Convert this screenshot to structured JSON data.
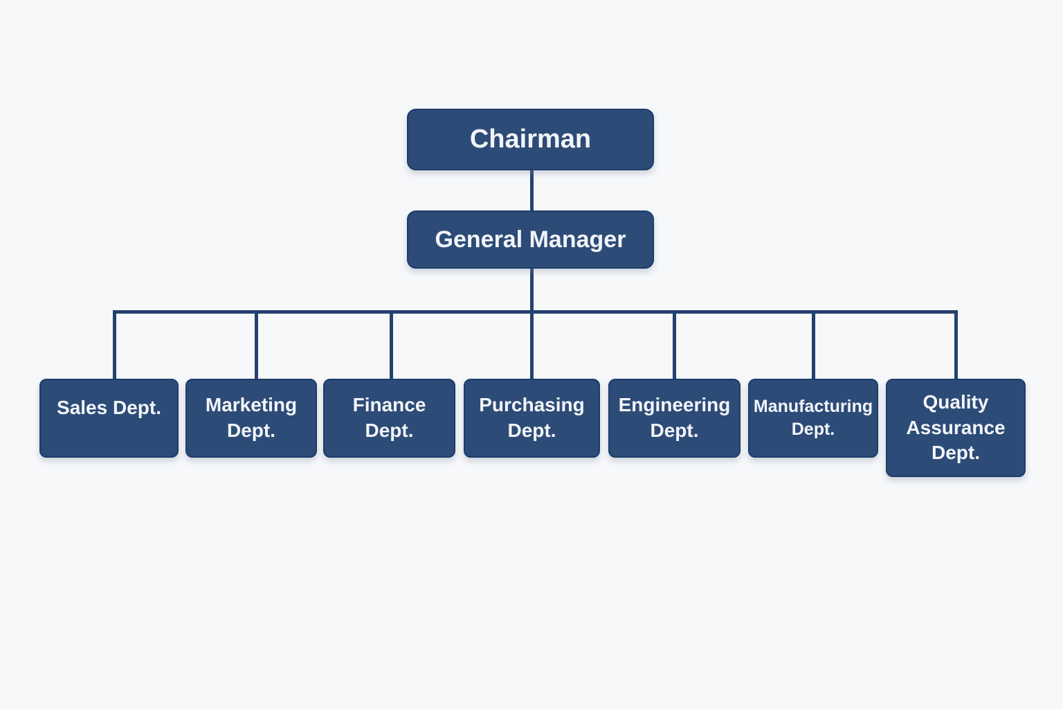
{
  "org_chart": {
    "chairman": {
      "label": "Chairman"
    },
    "general_manager": {
      "label": "General Manager"
    },
    "departments": [
      {
        "id": "sales",
        "label": "Sales Dept."
      },
      {
        "id": "marketing",
        "label": "Marketing Dept."
      },
      {
        "id": "finance",
        "label": "Finance Dept."
      },
      {
        "id": "purchasing",
        "label": "Purchasing Dept."
      },
      {
        "id": "engineering",
        "label": "Engineering Dept."
      },
      {
        "id": "manufacturing",
        "label": "Manufacturing Dept."
      },
      {
        "id": "quality",
        "label": "Quality Assurance Dept."
      }
    ]
  },
  "colors": {
    "background": "#f6f8fa",
    "node_fill": "#2d4b77",
    "node_border": "#1d3c6a",
    "connector": "#24426f",
    "text": "#f2f5f9"
  }
}
